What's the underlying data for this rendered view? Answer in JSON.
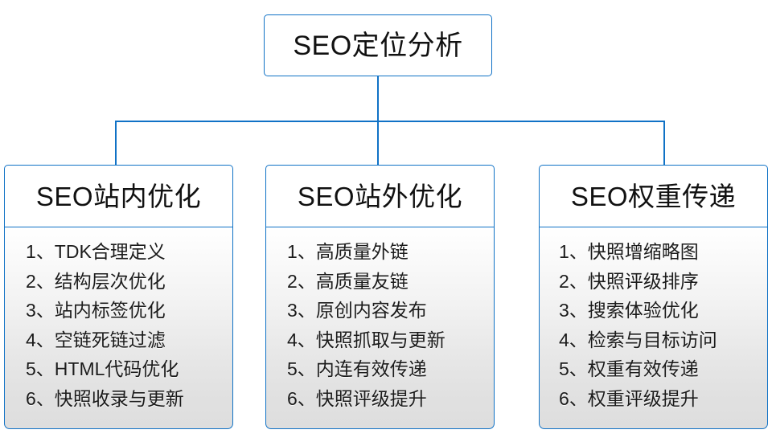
{
  "diagram": {
    "type": "org-chart",
    "root": {
      "label": "SEO定位分析"
    },
    "branches": [
      {
        "header": "SEO站内优化",
        "items": [
          "1、TDK合理定义",
          "2、结构层次优化",
          "3、站内标签优化",
          "4、空链死链过滤",
          "5、HTML代码优化",
          "6、快照收录与更新"
        ]
      },
      {
        "header": "SEO站外优化",
        "items": [
          "1、高质量外链",
          "2、高质量友链",
          "3、原创内容发布",
          "4、快照抓取与更新",
          "5、内连有效传递",
          "6、快照评级提升"
        ]
      },
      {
        "header": "SEO权重传递",
        "items": [
          "1、快照增缩略图",
          "2、快照评级排序",
          "3、搜索体验优化",
          "4、检索与目标访问",
          "5、权重有效传递",
          "6、权重评级提升"
        ]
      }
    ],
    "colors": {
      "border": "#1072c6",
      "connector": "#1072c6",
      "header_background": "#ffffff",
      "body_gradient_top": "#ffffff",
      "body_gradient_bottom": "#dedede",
      "text": "#111111",
      "page_background": "#ffffff"
    }
  }
}
